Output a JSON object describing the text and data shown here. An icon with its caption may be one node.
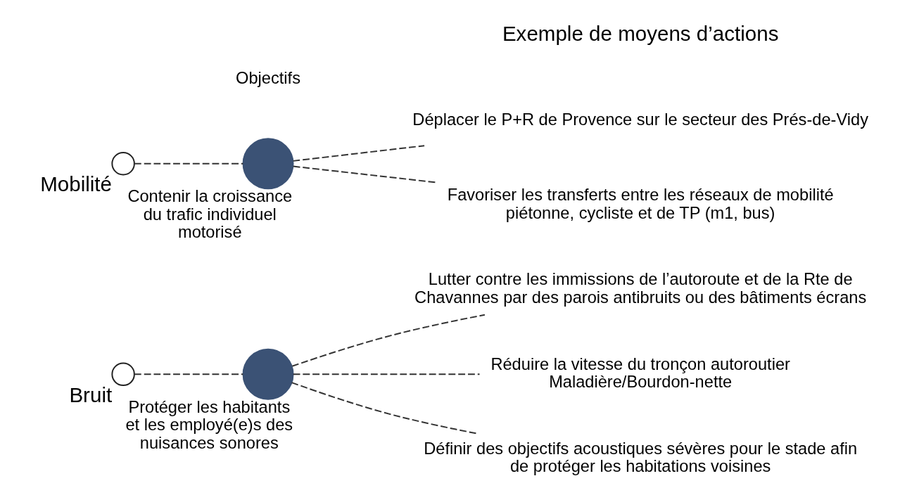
{
  "diagram": {
    "nodes": [
      {
        "text": [],
        "shape": "circle",
        "beside": [
          "Bruit"
        ]
      },
      {
        "text": [],
        "shape": "circle",
        "beside": [
          "Protéger les habitants et les employé(e)s des nuisances sonores"
        ]
      },
      {
        "text": [
          "Lutter contre les immissions de l’autoroute et de la Rte de Chavannes par des parois antibruits ou des bâtiments écrans"
        ]
      },
      {
        "text": [
          "Réduire la vitesse du tronçon autoroutier Maladière/Bourdon-nette"
        ]
      },
      {
        "text": [
          "Définir des objectifs acoustiques sévères pour le stade afin de protéger les habitations voisines"
        ]
      },
      {
        "text": [],
        "shape": "circle",
        "beside": [
          "Mobilité"
        ]
      },
      {
        "text": [],
        "shape": "circle",
        "beside": [
          "Contenir la croissance du trafic individuel motorisé"
        ]
      },
      {
        "text": [
          "Déplacer le P+R de Provence sur le secteur des Prés-de-Vidy"
        ]
      },
      {
        "text": [
          "Favoriser les transferts entre les réseaux de mobilité piétonne, cycliste et de TP (m1, bus)"
        ]
      }
    ],
    "edges": [
      {
        "from": 0,
        "to": 1,
        "arrow": "none",
        "style": "dashed"
      },
      {
        "from": 1,
        "to": 2,
        "arrow": "none",
        "style": "dashed"
      },
      {
        "from": 1,
        "to": 3,
        "arrow": "none",
        "style": "dashed"
      },
      {
        "from": 1,
        "to": 4,
        "arrow": "none",
        "style": "dashed"
      },
      {
        "from": 5,
        "to": 6,
        "arrow": "none",
        "style": "dashed"
      },
      {
        "from": 6,
        "to": 7,
        "arrow": "none",
        "style": "dashed"
      },
      {
        "from": 6,
        "to": 8,
        "arrow": "none",
        "style": "dashed"
      }
    ],
    "labels": [
      "Exemple de moyens d’actions",
      "Objectifs"
    ]
  }
}
